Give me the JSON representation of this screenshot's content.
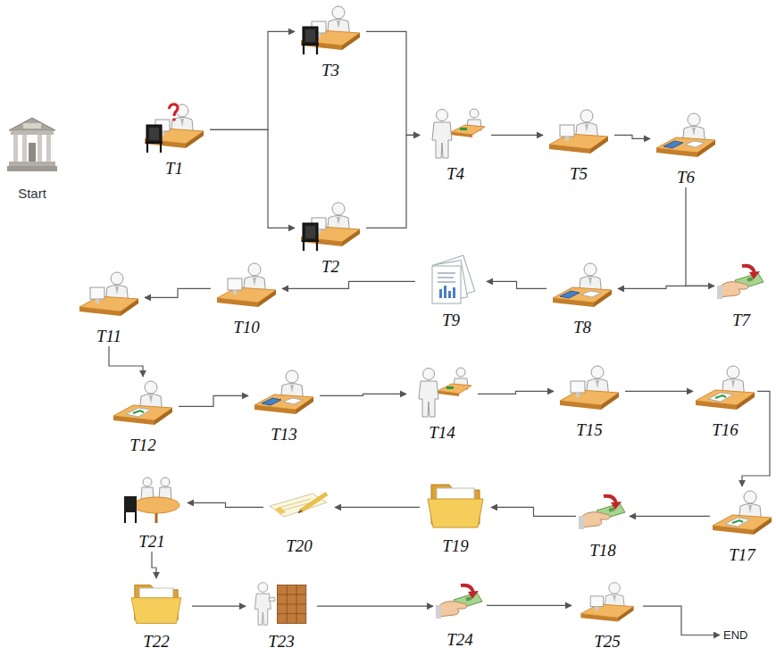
{
  "diagram": {
    "nodes": [
      {
        "text": [
          "Start"
        ]
      },
      {
        "text": [
          "T1"
        ]
      },
      {
        "text": [
          "T3"
        ]
      },
      {
        "text": [
          "T2"
        ]
      },
      {
        "text": [
          "T4"
        ]
      },
      {
        "text": [
          "T5"
        ]
      },
      {
        "text": [
          "T6"
        ]
      },
      {
        "text": [
          "T7"
        ]
      },
      {
        "text": [
          "T8"
        ]
      },
      {
        "text": [
          "T9"
        ]
      },
      {
        "text": [
          "T10"
        ]
      },
      {
        "text": [
          "T11"
        ]
      },
      {
        "text": [
          "T12"
        ]
      },
      {
        "text": [
          "T13"
        ]
      },
      {
        "text": [
          "T14"
        ]
      },
      {
        "text": [
          "T15"
        ]
      },
      {
        "text": [
          "T16"
        ]
      },
      {
        "text": [
          "T17"
        ]
      },
      {
        "text": [
          "T18"
        ]
      },
      {
        "text": [
          "T19"
        ]
      },
      {
        "text": [
          "T20"
        ]
      },
      {
        "text": [
          "T21"
        ]
      },
      {
        "text": [
          "T22"
        ]
      },
      {
        "text": [
          "T23"
        ]
      },
      {
        "text": [
          "T24"
        ]
      },
      {
        "text": [
          "T25"
        ]
      },
      {
        "text": [
          "END"
        ]
      }
    ],
    "edges": [
      {
        "from": 1,
        "to": 2,
        "arrow": "to"
      },
      {
        "from": 1,
        "to": 3,
        "arrow": "to"
      },
      {
        "from": 2,
        "to": 4,
        "arrow": "to"
      },
      {
        "from": 3,
        "to": 4,
        "arrow": "to"
      },
      {
        "from": 4,
        "to": 5,
        "arrow": "to"
      },
      {
        "from": 5,
        "to": 6,
        "arrow": "to"
      },
      {
        "from": 6,
        "to": 7,
        "arrow": "to"
      },
      {
        "from": 7,
        "to": 8,
        "arrow": "to"
      },
      {
        "from": 8,
        "to": 9,
        "arrow": "to"
      },
      {
        "from": 9,
        "to": 10,
        "arrow": "to"
      },
      {
        "from": 10,
        "to": 11,
        "arrow": "to"
      },
      {
        "from": 11,
        "to": 12,
        "arrow": "to"
      },
      {
        "from": 12,
        "to": 13,
        "arrow": "to"
      },
      {
        "from": 13,
        "to": 14,
        "arrow": "to"
      },
      {
        "from": 14,
        "to": 15,
        "arrow": "to"
      },
      {
        "from": 15,
        "to": 16,
        "arrow": "to"
      },
      {
        "from": 16,
        "to": 17,
        "arrow": "to"
      },
      {
        "from": 17,
        "to": 18,
        "arrow": "to"
      },
      {
        "from": 18,
        "to": 19,
        "arrow": "to"
      },
      {
        "from": 19,
        "to": 20,
        "arrow": "to"
      },
      {
        "from": 20,
        "to": 21,
        "arrow": "to"
      },
      {
        "from": 21,
        "to": 22,
        "arrow": "to"
      },
      {
        "from": 22,
        "to": 23,
        "arrow": "to"
      },
      {
        "from": 23,
        "to": 24,
        "arrow": "to"
      },
      {
        "from": 24,
        "to": 25,
        "arrow": "to"
      },
      {
        "from": 25,
        "to": 26,
        "arrow": "to"
      }
    ]
  }
}
